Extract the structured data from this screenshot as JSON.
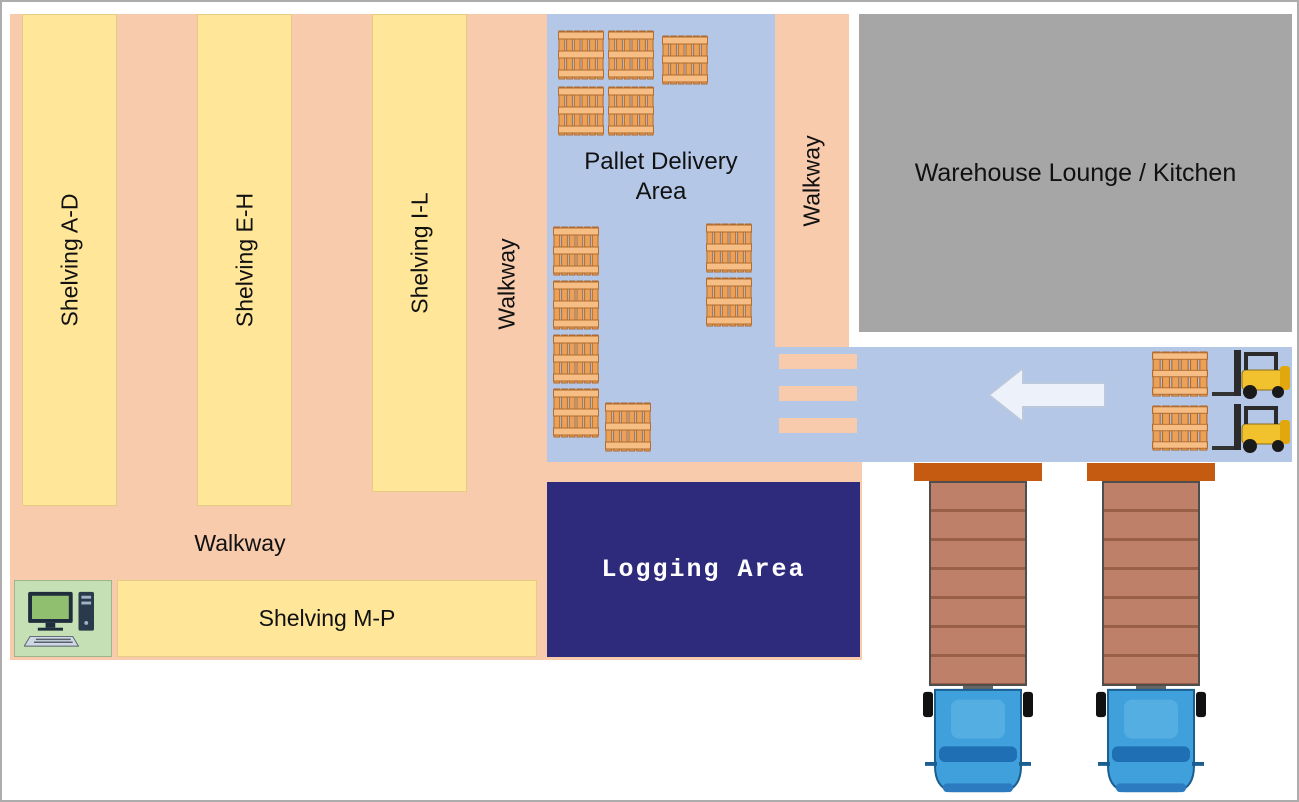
{
  "labels": {
    "shelving_ad": "Shelving A-D",
    "shelving_eh": "Shelving E-H",
    "shelving_il": "Shelving I-L",
    "shelving_mp": "Shelving M-P",
    "walkway_center": "Walkway",
    "walkway_right": "Walkway",
    "walkway_bottom": "Walkway",
    "pallet_delivery_area": "Pallet Delivery Area",
    "lounge": "Warehouse Lounge / Kitchen",
    "logging_area": "Logging Area"
  },
  "colors": {
    "walkway_peach": "#F8CBAD",
    "shelving_yellow": "#FFE699",
    "delivery_blue": "#B4C7E7",
    "lounge_gray": "#A6A6A6",
    "logging_navy": "#2F2B7C",
    "dock_orange": "#C55A11",
    "trailer_brown": "#BE8069",
    "cab_blue": "#3FA0DC",
    "computer_green": "#C5E0B4",
    "pallet_orange": "#EDA157",
    "forklift_yellow": "#F2C12E",
    "arrow_fill": "#EDF1F9"
  },
  "icons": {
    "pallet": "pallet-icon",
    "forklift": "forklift-icon",
    "left_arrow": "left-arrow-icon",
    "computer": "computer-workstation-icon",
    "dock_door": "dock-door",
    "truck_trailer": "truck-trailer-icon",
    "truck_cab": "truck-cab-icon"
  }
}
